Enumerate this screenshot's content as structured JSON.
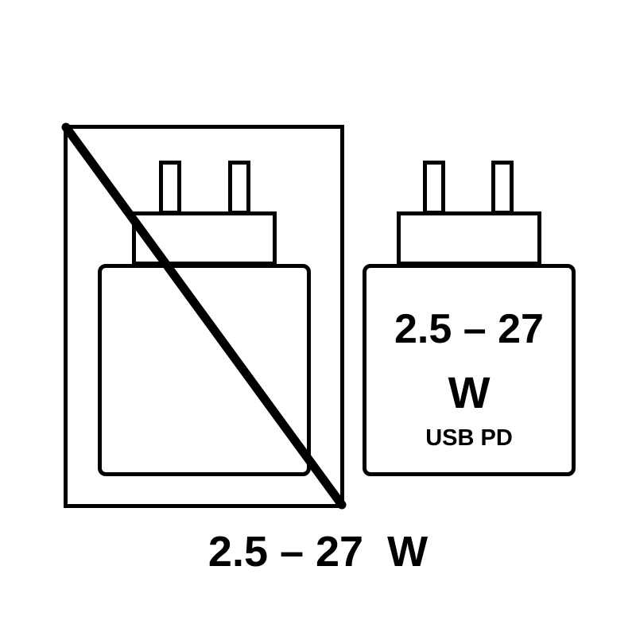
{
  "diagram": {
    "left_charger": {
      "description": "crossed-out charger",
      "crossed_out": true
    },
    "right_charger": {
      "power_range": "2.5 – 27",
      "unit": "W",
      "protocol": "USB PD"
    },
    "bottom_label": "2.5 – 27  W",
    "colors": {
      "stroke": "#000000",
      "background": "#ffffff"
    }
  }
}
